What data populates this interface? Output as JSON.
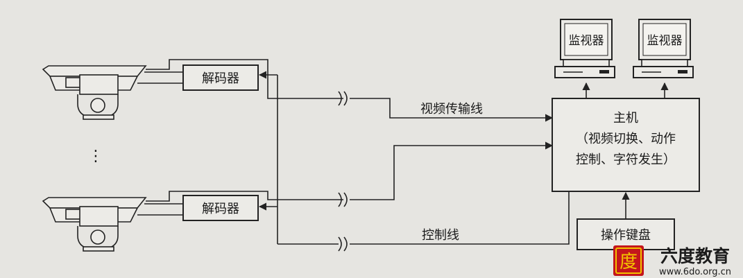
{
  "diagram": {
    "decoder_top": "解码器",
    "decoder_bottom": "解码器",
    "dots": "⋮",
    "video_line_label": "视频传输线",
    "control_line_label": "控制线",
    "host_line1": "主机",
    "host_line2": "（视频切换、动作",
    "host_line3": "控制、字符发生）",
    "keyboard": "操作键盘",
    "monitor_left": "监视器",
    "monitor_right": "监视器"
  },
  "watermark": {
    "name": "六度教育",
    "url": "www.6do.org.cn",
    "logo_char": "度"
  },
  "colors": {
    "background": "#e6e5e1",
    "line": "#222222",
    "box_fill": "#ecebe7",
    "logo_red": "#c4161c",
    "logo_gold": "#f2c200"
  }
}
